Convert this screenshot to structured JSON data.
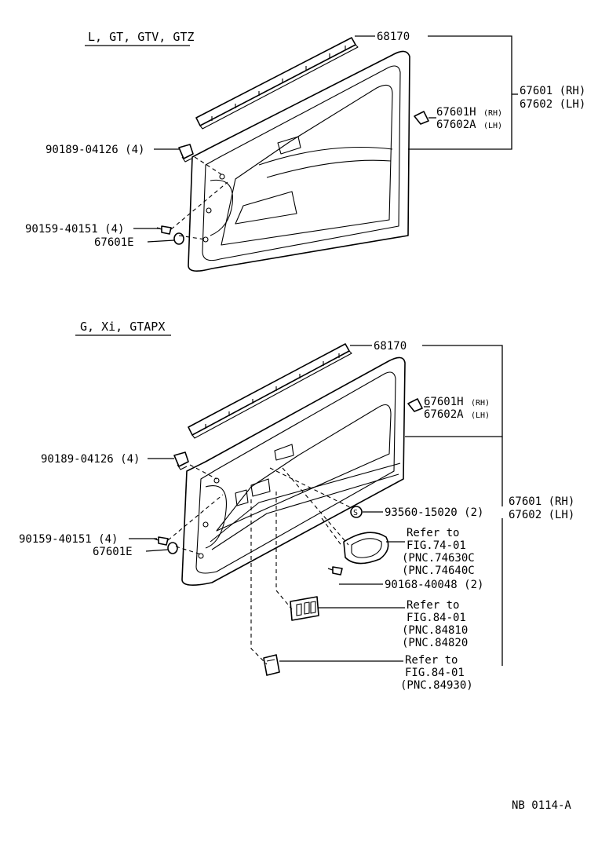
{
  "diagram_a": {
    "header": "L, GT, GTV, GTZ",
    "lbl_68170": "68170",
    "lbl_67601": "67601 (RH)",
    "lbl_67602": "67602 (LH)",
    "lbl_67601h": "67601H",
    "lbl_67601h_side": "(RH)",
    "lbl_67602a": "67602A",
    "lbl_67602a_side": "(LH)",
    "lbl_90189": "90189-04126 (4)",
    "lbl_90159": "90159-40151 (4)",
    "lbl_67601e": "67601E"
  },
  "diagram_b": {
    "header": "G, Xi, GTAPX",
    "lbl_68170": "68170",
    "lbl_67601": "67601 (RH)",
    "lbl_67602": "67602 (LH)",
    "lbl_67601h": "67601H",
    "lbl_67601h_side": "(RH)",
    "lbl_67602a": "67602A",
    "lbl_67602a_side": "(LH)",
    "lbl_90189": "90189-04126 (4)",
    "lbl_90159": "90159-40151 (4)",
    "lbl_67601e": "67601E",
    "lbl_93560": "93560-15020 (2)",
    "lbl_90168": "90168-40048 (2)",
    "ref1": [
      "Refer to",
      "FIG.74-01",
      "(PNC.74630C",
      "(PNC.74640C"
    ],
    "ref2": [
      "Refer to",
      "FIG.84-01",
      "(PNC.84810",
      "(PNC.84820"
    ],
    "ref3": [
      "Refer to",
      "FIG.84-01",
      "(PNC.84930)"
    ]
  },
  "footer_code": "NB 0114-A"
}
